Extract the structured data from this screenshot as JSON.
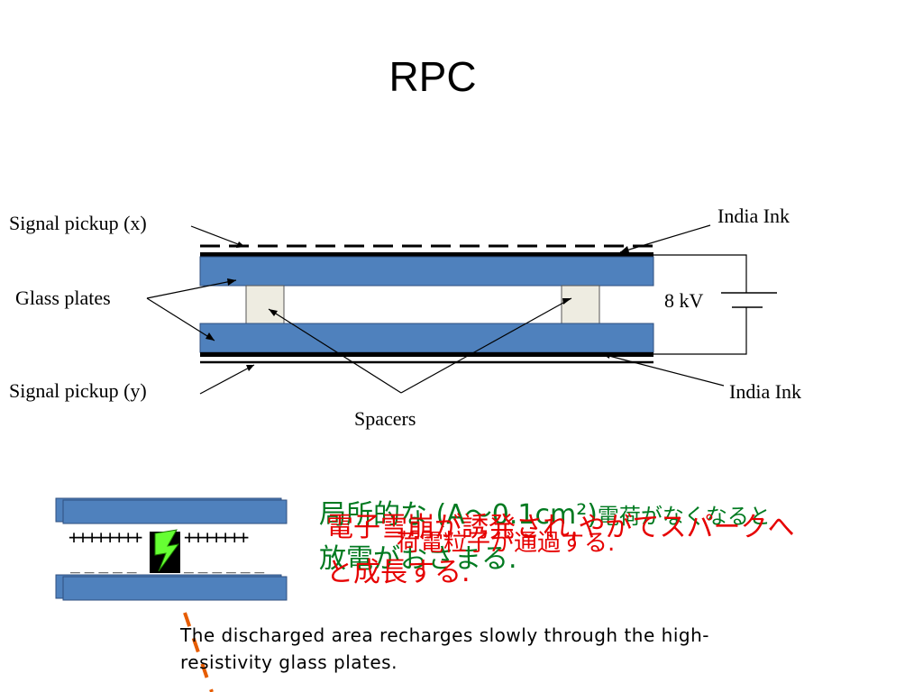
{
  "title": "RPC",
  "diagram": {
    "labels": {
      "signal_x": "Signal pickup (x)",
      "glass_plates": "Glass plates",
      "signal_y": "Signal pickup (y)",
      "india_ink_top": "India Ink",
      "india_ink_bottom": "India Ink",
      "voltage": "8 kV",
      "spacers": "Spacers"
    },
    "colors": {
      "glass": "#4f81bd",
      "spacer": "#eeece1",
      "spark": "#66ff33",
      "dashed_red": "#e65c00"
    }
  },
  "discharge": {
    "plus_row": "++++++++",
    "plus_row_right": "+++++++",
    "minus_row": "_ _ _ _ _",
    "minus_row_right": "_ _ _ _ _ _"
  },
  "notes": {
    "green_line1": "局所的な (A～0.1cm²)",
    "green_line1_suffix": "電荷がなくなると",
    "green_line2": "放電がおさまる.",
    "red_line1": "電子雪崩が誘発され,やがてスパークへ",
    "red_line2": "と成長する.",
    "red_overlay": "荷電粒子が通過する."
  },
  "caption": "The discharged area recharges slowly through the high-resistivity glass plates."
}
